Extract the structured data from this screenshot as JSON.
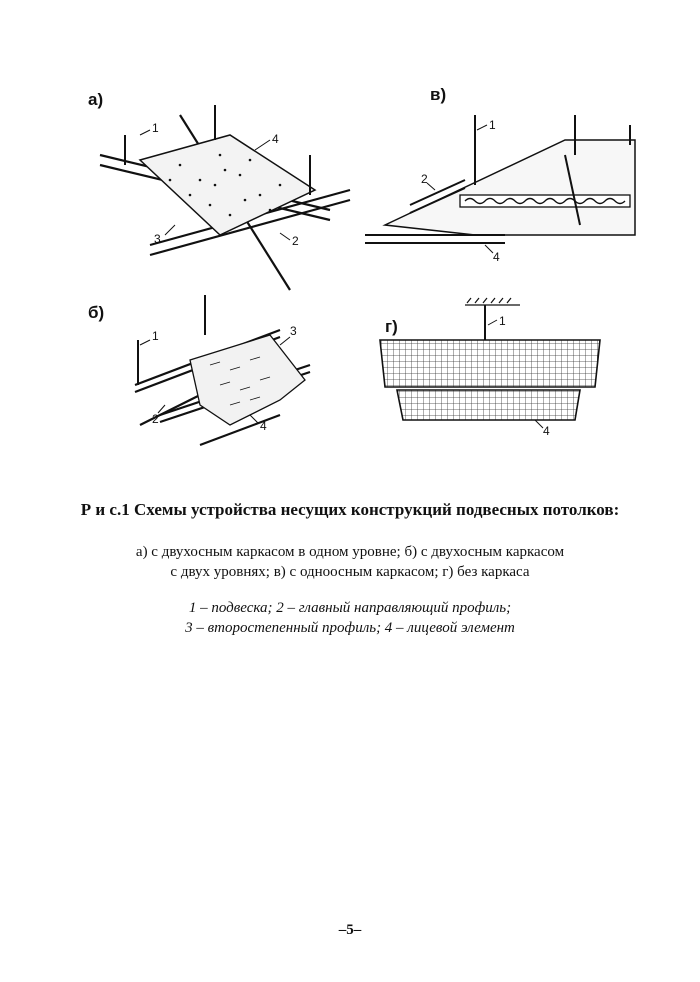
{
  "figure": {
    "panels": [
      {
        "id": "a",
        "label": "а)",
        "callouts": [
          "1",
          "2",
          "3",
          "4"
        ]
      },
      {
        "id": "b",
        "label": "б)",
        "callouts": [
          "1",
          "2",
          "3",
          "4"
        ]
      },
      {
        "id": "v",
        "label": "в)",
        "callouts": [
          "1",
          "2",
          "4"
        ]
      },
      {
        "id": "g",
        "label": "г)",
        "callouts": [
          "1",
          "4"
        ]
      }
    ]
  },
  "caption": {
    "title": "Р и с.1 Схемы устройства несущих конструкций подвесных потолков:",
    "line1": "а) с двухосным каркасом в одном уровне; б) с двухосным каркасом",
    "line2": "с двух уровнях;  в) с одноосным каркасом;  г) без каркаса",
    "legend1": "1 – подвеска; 2 – главный направляющий профиль;",
    "legend2": "3 – второстепенный профиль; 4 – лицевой элемент"
  },
  "page_number": "–5–"
}
